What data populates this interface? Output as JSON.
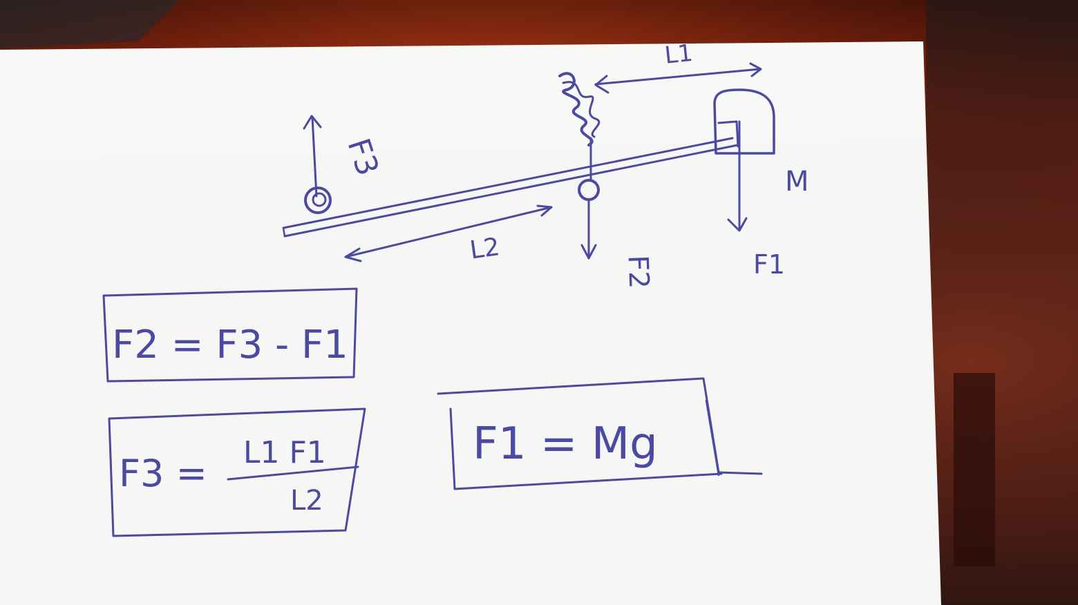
{
  "labels": {
    "l1": "L1",
    "l2": "L2",
    "f3": "F3",
    "f2": "F2",
    "f1": "F1",
    "mass": "M"
  },
  "equations": {
    "eq1": {
      "lhs": "F2 = F3 - F1"
    },
    "eq2": {
      "lhs": "F3 =",
      "numerator": "L1 F1",
      "denominator": "L2"
    },
    "eq3": {
      "text": "F1 = Mg"
    }
  },
  "colors": {
    "ink": "#4a4aa6",
    "paper": "#f6f6f4",
    "background": "#d8401a"
  }
}
